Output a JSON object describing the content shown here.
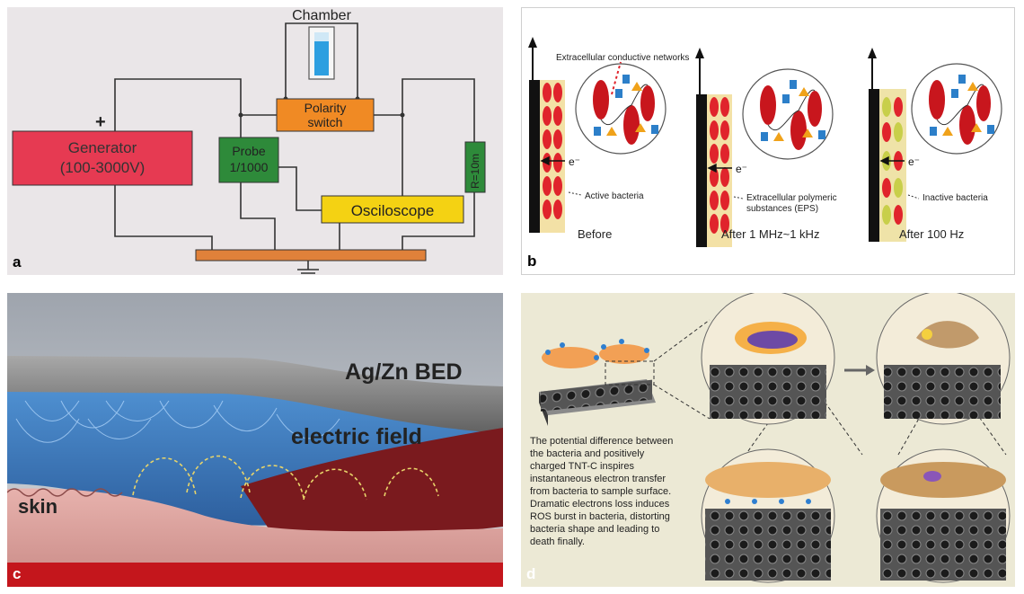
{
  "panel_a": {
    "letter": "a",
    "chamber": "Chamber",
    "plus": "+",
    "generator_line1": "Generator",
    "generator_line2": "(100-3000V)",
    "probe_line1": "Probe",
    "probe_line2": "1/1000",
    "polarity_line1": "Polarity",
    "polarity_line2": "switch",
    "oscilloscope": "Osciloscope",
    "resistor": "R=10m",
    "colors": {
      "generator": "#e63a52",
      "probe": "#2e8a3a",
      "polarity": "#f08a24",
      "oscilloscope": "#f4d213",
      "ground_bar": "#e0813a"
    }
  },
  "panel_b": {
    "letter": "b",
    "top_label": "Extracellular conductive networks",
    "electron": "e⁻",
    "active_label": "Active bacteria",
    "eps_line1": "Extracellular polymeric",
    "eps_line2": "substances (EPS)",
    "inactive_label": "Inactive bacteria",
    "before": "Before",
    "after1": "After 1 MHz~1 kHz",
    "after2": "After 100 Hz"
  },
  "panel_c": {
    "letter": "c",
    "bed": "Ag/Zn BED",
    "field": "electric field",
    "skin": "skin"
  },
  "panel_d": {
    "letter": "d",
    "text_lines": [
      "The potential difference between",
      "the bacteria and positively",
      "charged TNT-C inspires",
      "instantaneous electron transfer",
      "from bacteria to sample surface.",
      "Dramatic electrons loss induces",
      "ROS burst in bacteria, distorting",
      "bacteria shape and leading to",
      "death finally."
    ]
  }
}
